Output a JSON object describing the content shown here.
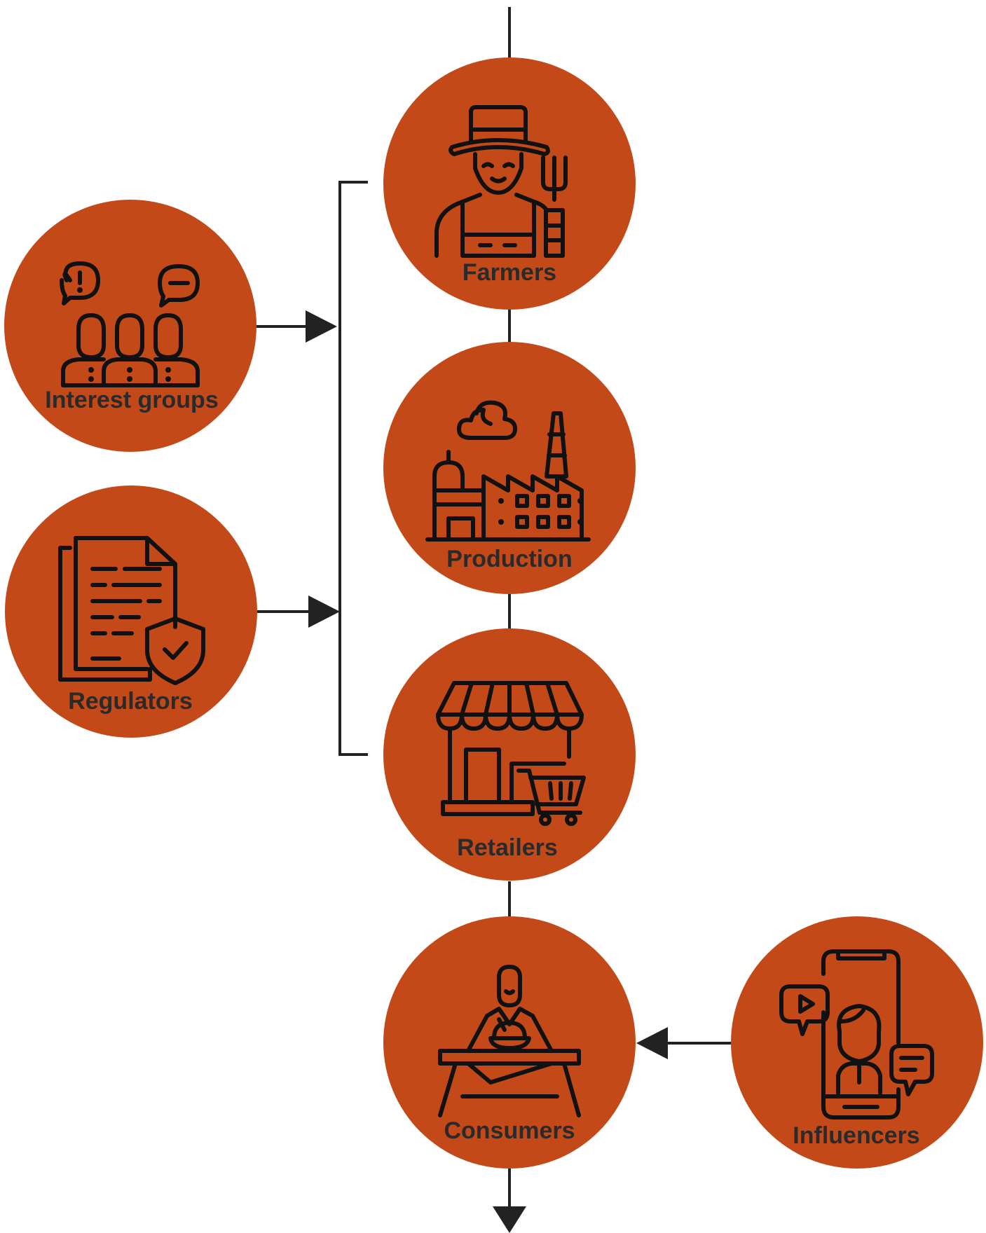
{
  "colors": {
    "node_fill": "#c34a18",
    "line": "#222222",
    "icon": "#111111",
    "label": "#2a2a2a"
  },
  "nodes": {
    "farmers": {
      "label": "Farmers",
      "icon": "farmer-icon"
    },
    "production": {
      "label": "Production",
      "icon": "factory-icon"
    },
    "retailers": {
      "label": "Retailers",
      "icon": "store-cart-icon"
    },
    "consumers": {
      "label": "Consumers",
      "icon": "diner-icon"
    },
    "interest_groups": {
      "label": "Interest groups",
      "icon": "group-speech-icon"
    },
    "regulators": {
      "label": "Regulators",
      "icon": "document-shield-icon"
    },
    "influencers": {
      "label": "Influencers",
      "icon": "phone-influencer-icon"
    }
  }
}
